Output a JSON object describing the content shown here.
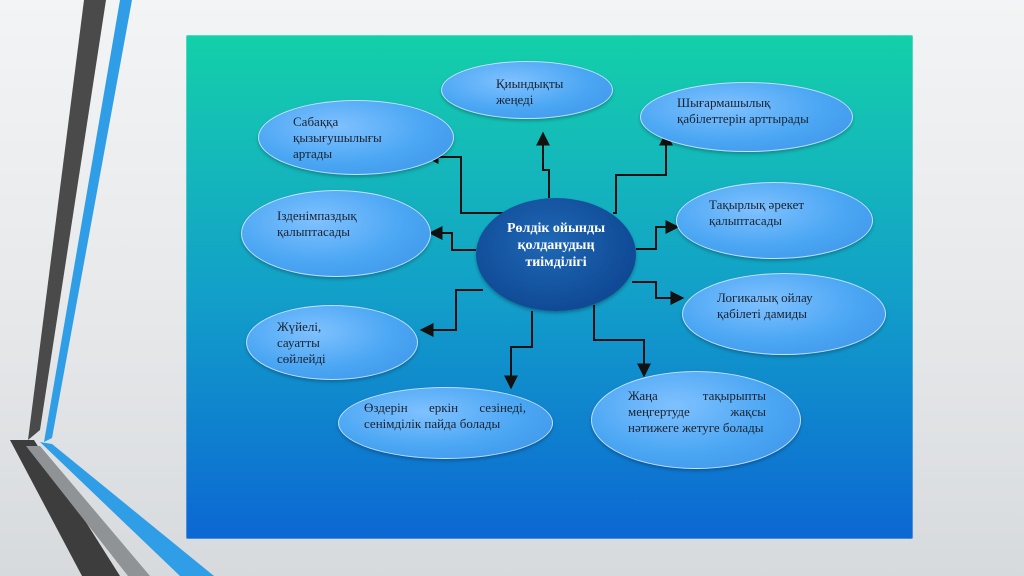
{
  "diagram": {
    "center": "Рөлдік ойынды қолданудың тиімділігі",
    "nodes": {
      "difficulty": "Қиындықты жеңеді",
      "creativity": "Шығармашылық қабілеттерін арттырады",
      "interest": "Сабаққа қызығушылығы артады",
      "research": "Ізденімпаздық қалыптасады",
      "problem": "Тақырлық әрекет қалыптасады",
      "logic": "Логикалық ойлау қабілеті дамиды",
      "speech": "Жүйелі, сауатты сөйлейді",
      "confidence": "Өздерін еркін сезінеді, сенімділік пайда болады",
      "newtopic": "Жаңа тақырыпты меңгертуде жақсы нәтижеге жетуге болады"
    }
  },
  "colors": {
    "panel_top": "#13d0a8",
    "panel_bottom": "#0c67d3",
    "bubble": "#4aa6f3",
    "center": "#104a96",
    "connector": "#111111"
  }
}
